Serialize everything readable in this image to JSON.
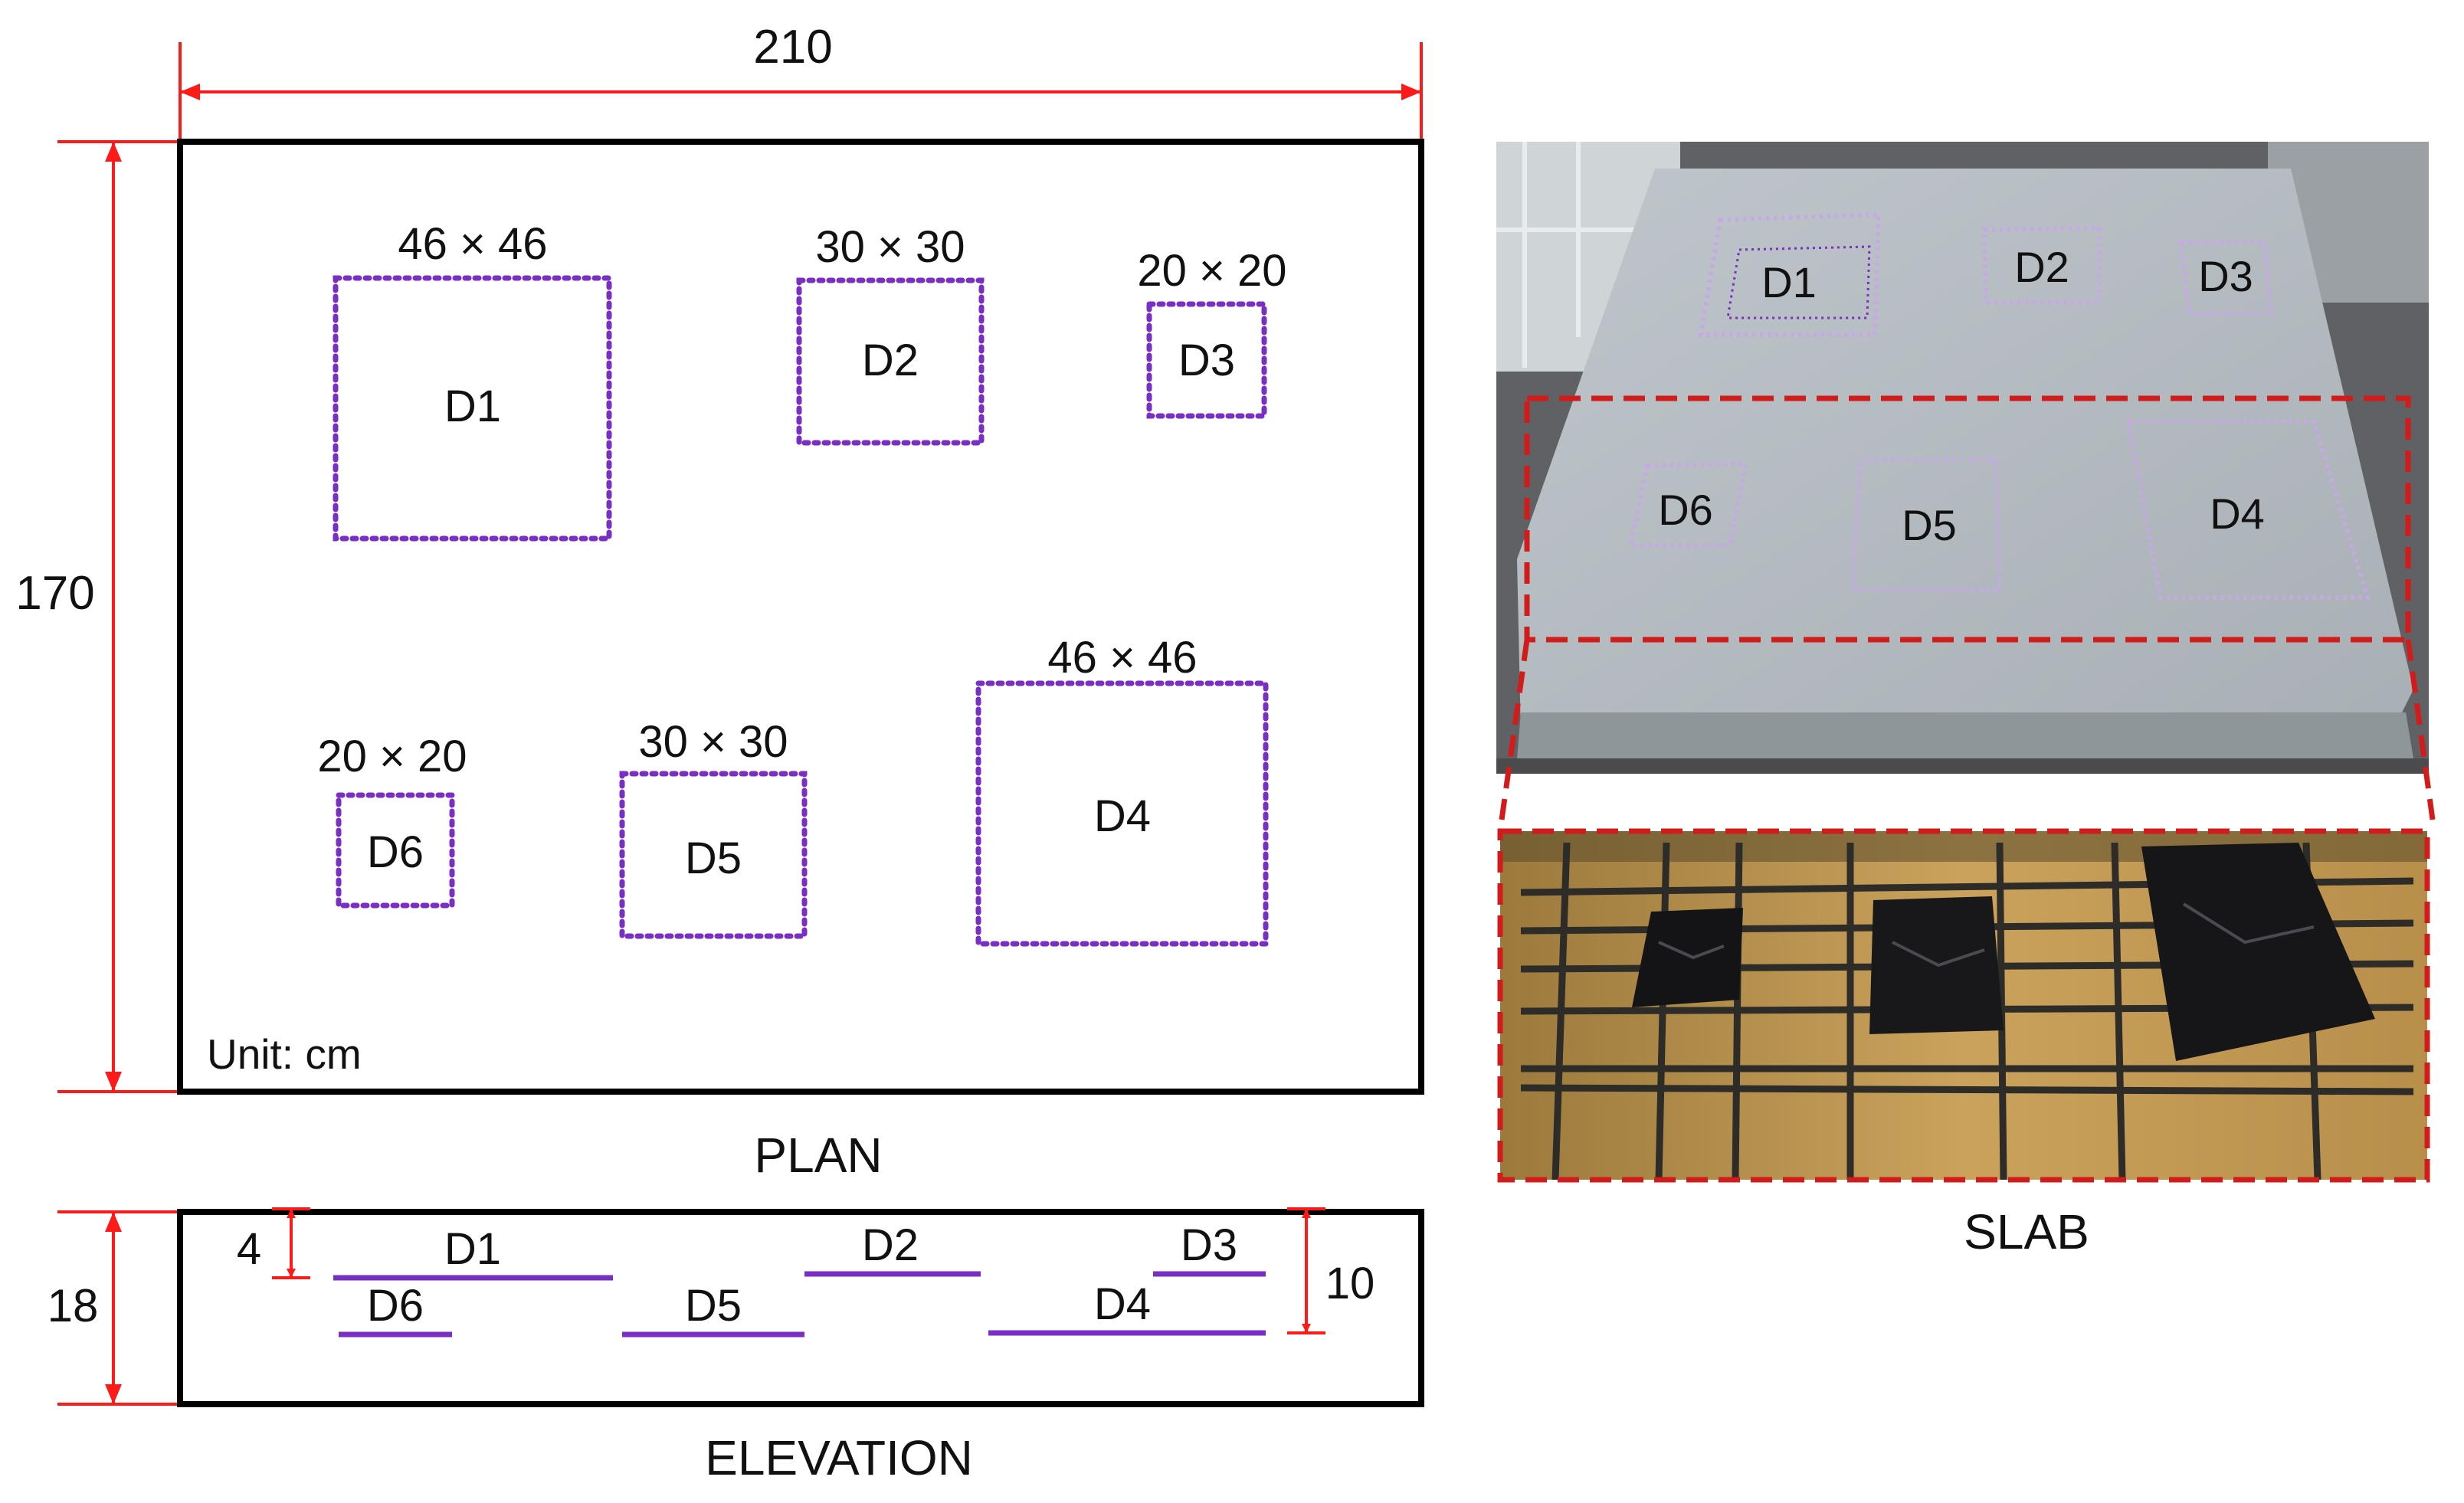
{
  "plan": {
    "width_label": "210",
    "height_label": "170",
    "unit_label": "Unit: cm",
    "caption": "PLAN",
    "defects": [
      {
        "id": "D1",
        "size": "46 × 46"
      },
      {
        "id": "D2",
        "size": "30 × 30"
      },
      {
        "id": "D3",
        "size": "20 × 20"
      },
      {
        "id": "D4",
        "size": "46 × 46"
      },
      {
        "id": "D5",
        "size": "30 × 30"
      },
      {
        "id": "D6",
        "size": "20 × 20"
      }
    ]
  },
  "elevation": {
    "caption": "ELEVATION",
    "thickness_label": "18",
    "depth_shallow_label": "4",
    "depth_deep_label": "10",
    "levels": [
      "D1",
      "D2",
      "D3",
      "D4",
      "D5",
      "D6"
    ]
  },
  "slab": {
    "caption": "SLAB",
    "photo_labels": [
      "D1",
      "D2",
      "D3",
      "D4",
      "D5",
      "D6"
    ]
  },
  "colors": {
    "dimension": "#ff1a1a",
    "defect": "#7a2fc4",
    "frame": "#000000",
    "photo_highlight": "#d21c1c"
  }
}
